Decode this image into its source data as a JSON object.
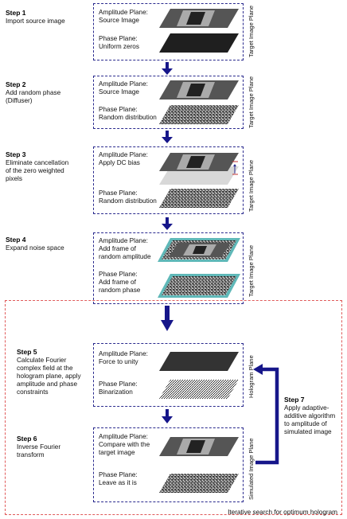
{
  "steps": [
    {
      "title": "Step 1",
      "desc": "Import source image",
      "amplitude": "Amplitude Plane:\nSource Image",
      "phase": "Phase Plane:\nUniform zeros",
      "side": "Target Image Plane"
    },
    {
      "title": "Step 2",
      "desc": "Add random phase\n(Diffuser)",
      "amplitude": "Amplitude Plane:\nSource Image",
      "phase": "Phase Plane:\nRandom distribution",
      "side": "Target Image Plane"
    },
    {
      "title": "Step 3",
      "desc": "Eliminate cancellation\nof the zero weighted\npixels",
      "amplitude": "Amplitude Plane:\nApply DC bias",
      "phase": "Phase Plane:\nRandom distribution",
      "side": "Target Image Plane"
    },
    {
      "title": "Step 4",
      "desc": "Expand noise space",
      "amplitude": "Amplitude Plane:\nAdd frame of\nrandom amplitude",
      "phase": "Phase Plane:\nAdd frame of\nrandom phase",
      "side": "Target Image Plane"
    },
    {
      "title": "Step 5",
      "desc": "Calculate Fourier\ncomplex field at the\nhologram plane, apply\namplitude and phase\nconstraints",
      "amplitude": "Amplitude Plane:\nForce to unity",
      "phase": "Phase Plane:\nBinarization",
      "side": "Hologram Plane"
    },
    {
      "title": "Step 6",
      "desc": "Inverse Fourier\ntransform",
      "amplitude": "Amplitude Plane:\nCompare with the\ntarget image",
      "phase": "Phase Plane:\nLeave as it is",
      "side": "Simulated Image Plane"
    },
    {
      "title": "Step 7",
      "desc": "Apply adaptive-\nadditive algorithm\nto amplitude of\nsimulated image"
    }
  ],
  "loop_caption": "Iterative search for optimum hologram",
  "colors": {
    "box_border": "#2a2a8e",
    "arrow": "#16168a",
    "loop_border": "#e05a5a",
    "frame_cyan": "#5fb8b8"
  }
}
